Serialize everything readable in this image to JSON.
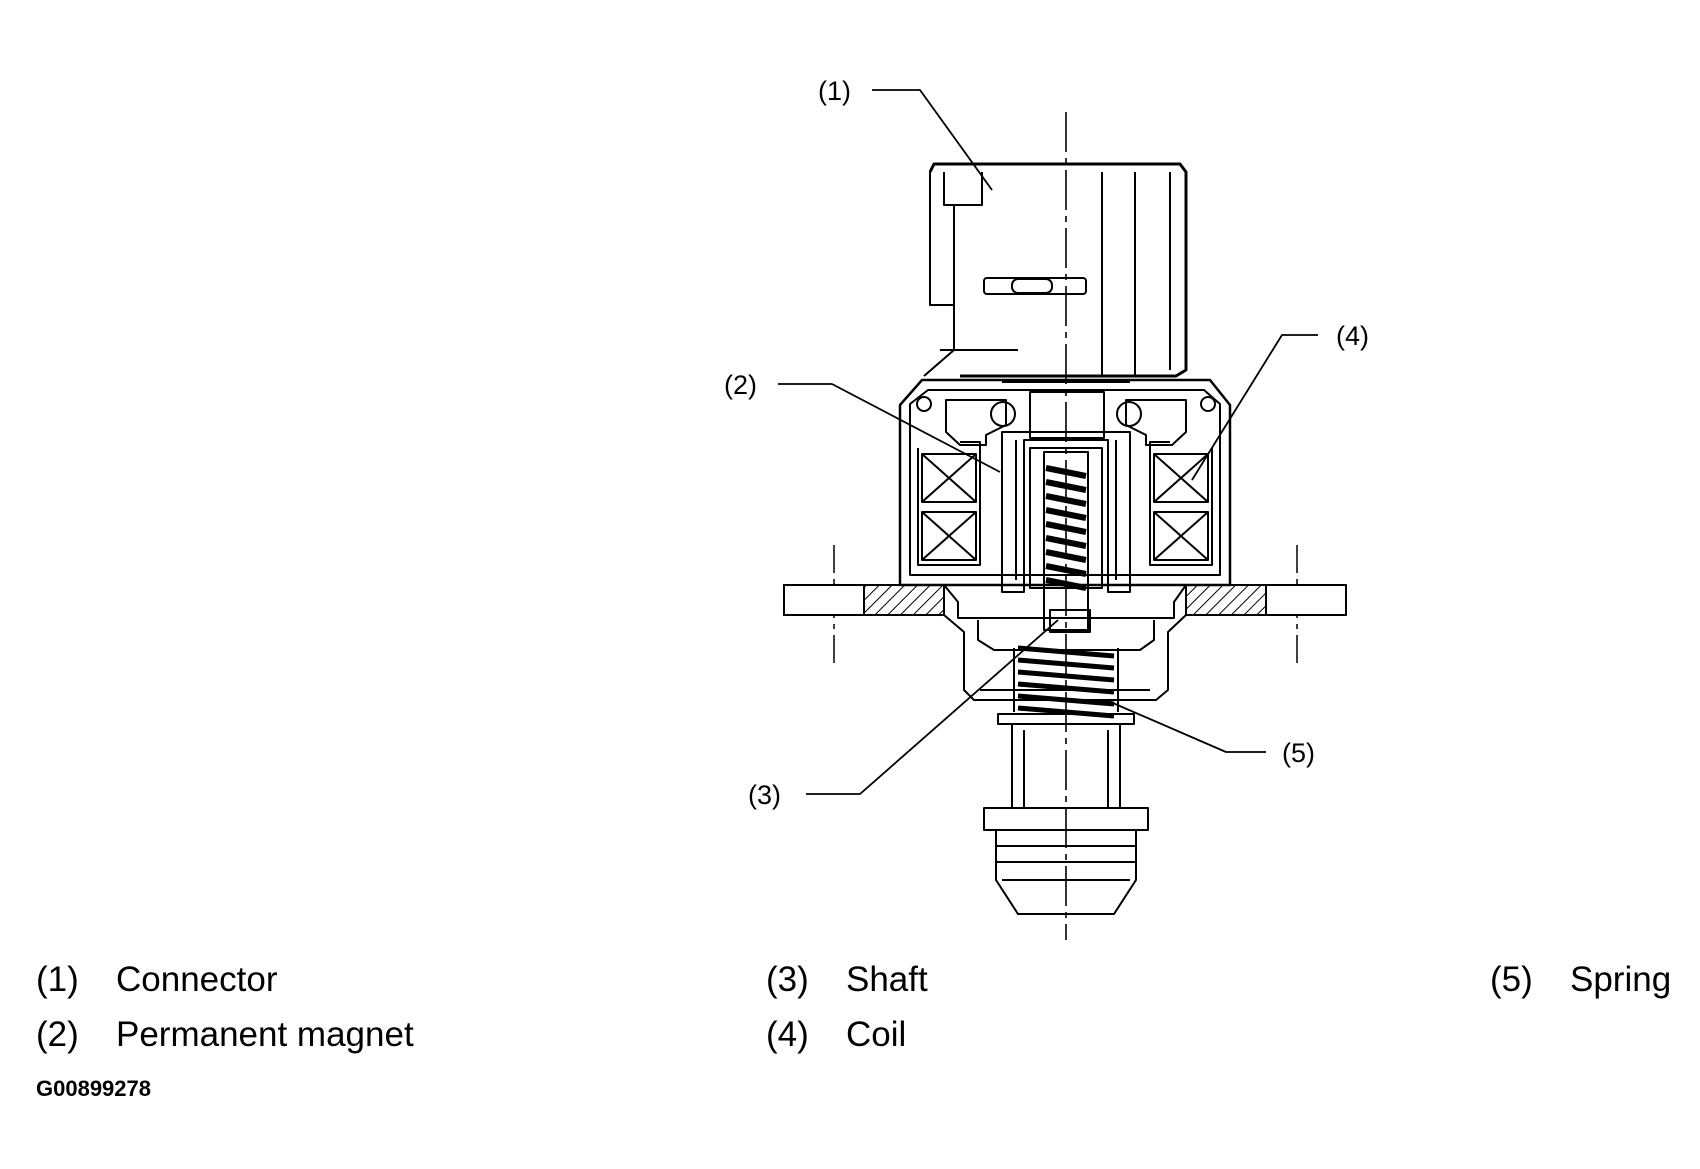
{
  "figure": {
    "id": "G00899278",
    "callouts": [
      {
        "num": "(1)",
        "label": "Connector"
      },
      {
        "num": "(2)",
        "label": "Permanent magnet"
      },
      {
        "num": "(3)",
        "label": "Shaft"
      },
      {
        "num": "(4)",
        "label": "Coil"
      },
      {
        "num": "(5)",
        "label": "Spring"
      }
    ]
  }
}
